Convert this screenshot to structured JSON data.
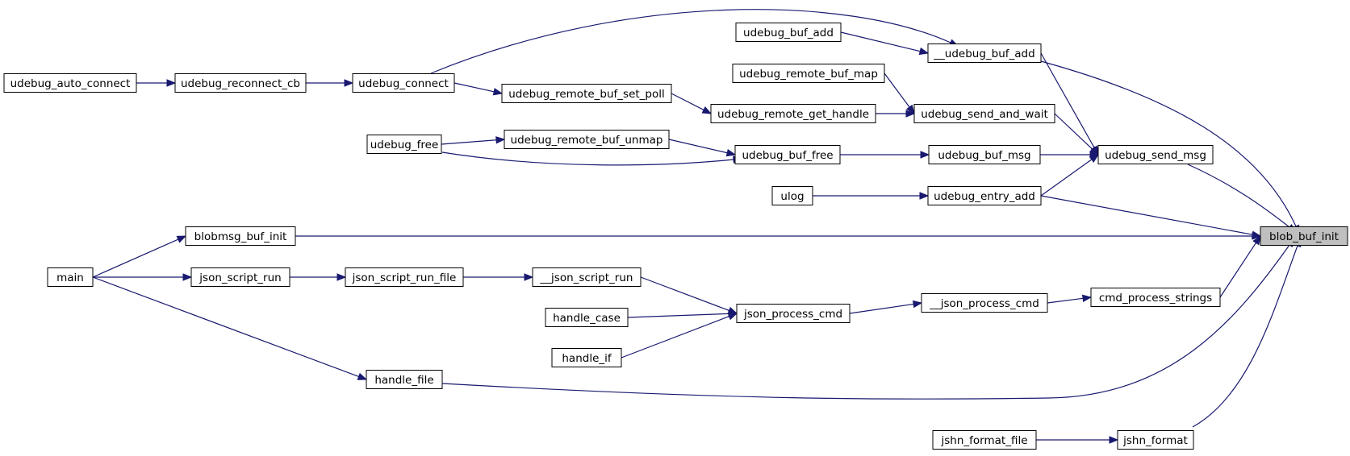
{
  "root": "blob_buf_init",
  "colors": {
    "edge": "#191970",
    "node_border": "#000000",
    "root_fill": "#bfbfbf",
    "node_fill": "#ffffff"
  },
  "nodes": {
    "blob_buf_init": "blob_buf_init",
    "udebug_buf_add_int": "__udebug_buf_add",
    "udebug_send_msg": "udebug_send_msg",
    "udebug_entry_add": "udebug_entry_add",
    "blobmsg_buf_init": "blobmsg_buf_init",
    "cmd_process_strings": "cmd_process_strings",
    "handle_file": "handle_file",
    "jshn_format": "jshn_format",
    "udebug_buf_add": "udebug_buf_add",
    "udebug_connect": "udebug_connect",
    "udebug_reconnect_cb": "udebug_reconnect_cb",
    "udebug_auto_connect": "udebug_auto_connect",
    "udebug_remote_buf_map": "udebug_remote_buf_map",
    "udebug_send_and_wait": "udebug_send_and_wait",
    "udebug_remote_buf_set_poll": "udebug_remote_buf_set_poll",
    "udebug_remote_get_handle": "udebug_remote_get_handle",
    "udebug_free": "udebug_free",
    "udebug_remote_buf_unmap": "udebug_remote_buf_unmap",
    "udebug_buf_free": "udebug_buf_free",
    "udebug_buf_msg": "udebug_buf_msg",
    "ulog": "ulog",
    "main": "main",
    "json_script_run": "json_script_run",
    "json_script_run_file": "json_script_run_file",
    "json_script_run_int": "__json_script_run",
    "json_process_cmd": "json_process_cmd",
    "json_process_cmd_int": "__json_process_cmd",
    "handle_case": "handle_case",
    "handle_if": "handle_if",
    "jshn_format_file": "jshn_format_file"
  },
  "edges": [
    [
      "udebug_buf_add_int",
      "blob_buf_init"
    ],
    [
      "udebug_send_msg",
      "blob_buf_init"
    ],
    [
      "udebug_entry_add",
      "blob_buf_init"
    ],
    [
      "blobmsg_buf_init",
      "blob_buf_init"
    ],
    [
      "cmd_process_strings",
      "blob_buf_init"
    ],
    [
      "handle_file",
      "blob_buf_init"
    ],
    [
      "jshn_format",
      "blob_buf_init"
    ],
    [
      "udebug_buf_add",
      "udebug_buf_add_int"
    ],
    [
      "udebug_connect",
      "udebug_buf_add_int"
    ],
    [
      "udebug_reconnect_cb",
      "udebug_connect"
    ],
    [
      "udebug_auto_connect",
      "udebug_reconnect_cb"
    ],
    [
      "udebug_buf_add_int",
      "udebug_send_msg"
    ],
    [
      "udebug_send_and_wait",
      "udebug_send_msg"
    ],
    [
      "udebug_buf_msg",
      "udebug_send_msg"
    ],
    [
      "udebug_entry_add",
      "udebug_send_msg"
    ],
    [
      "udebug_remote_buf_map",
      "udebug_send_and_wait"
    ],
    [
      "udebug_remote_get_handle",
      "udebug_send_and_wait"
    ],
    [
      "udebug_remote_buf_set_poll",
      "udebug_remote_get_handle"
    ],
    [
      "udebug_connect",
      "udebug_remote_buf_set_poll"
    ],
    [
      "udebug_buf_free",
      "udebug_buf_msg"
    ],
    [
      "udebug_remote_buf_unmap",
      "udebug_buf_free"
    ],
    [
      "udebug_free",
      "udebug_buf_free"
    ],
    [
      "udebug_free",
      "udebug_remote_buf_unmap"
    ],
    [
      "ulog",
      "udebug_entry_add"
    ],
    [
      "main",
      "blobmsg_buf_init"
    ],
    [
      "main",
      "json_script_run"
    ],
    [
      "main",
      "handle_file"
    ],
    [
      "json_script_run",
      "json_script_run_file"
    ],
    [
      "json_script_run_file",
      "json_script_run_int"
    ],
    [
      "json_script_run_int",
      "json_process_cmd"
    ],
    [
      "handle_case",
      "json_process_cmd"
    ],
    [
      "handle_if",
      "json_process_cmd"
    ],
    [
      "json_process_cmd",
      "json_process_cmd_int"
    ],
    [
      "json_process_cmd_int",
      "cmd_process_strings"
    ],
    [
      "jshn_format_file",
      "jshn_format"
    ]
  ]
}
